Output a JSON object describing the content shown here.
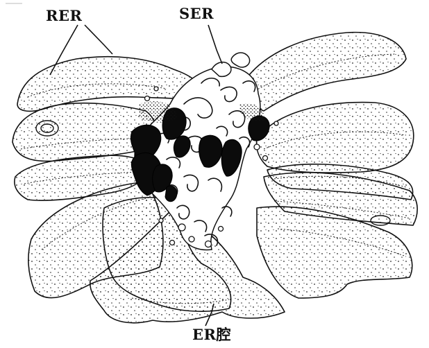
{
  "labels": {
    "rer": "RER",
    "ser": "SER",
    "lumen": "ER腔"
  }
}
